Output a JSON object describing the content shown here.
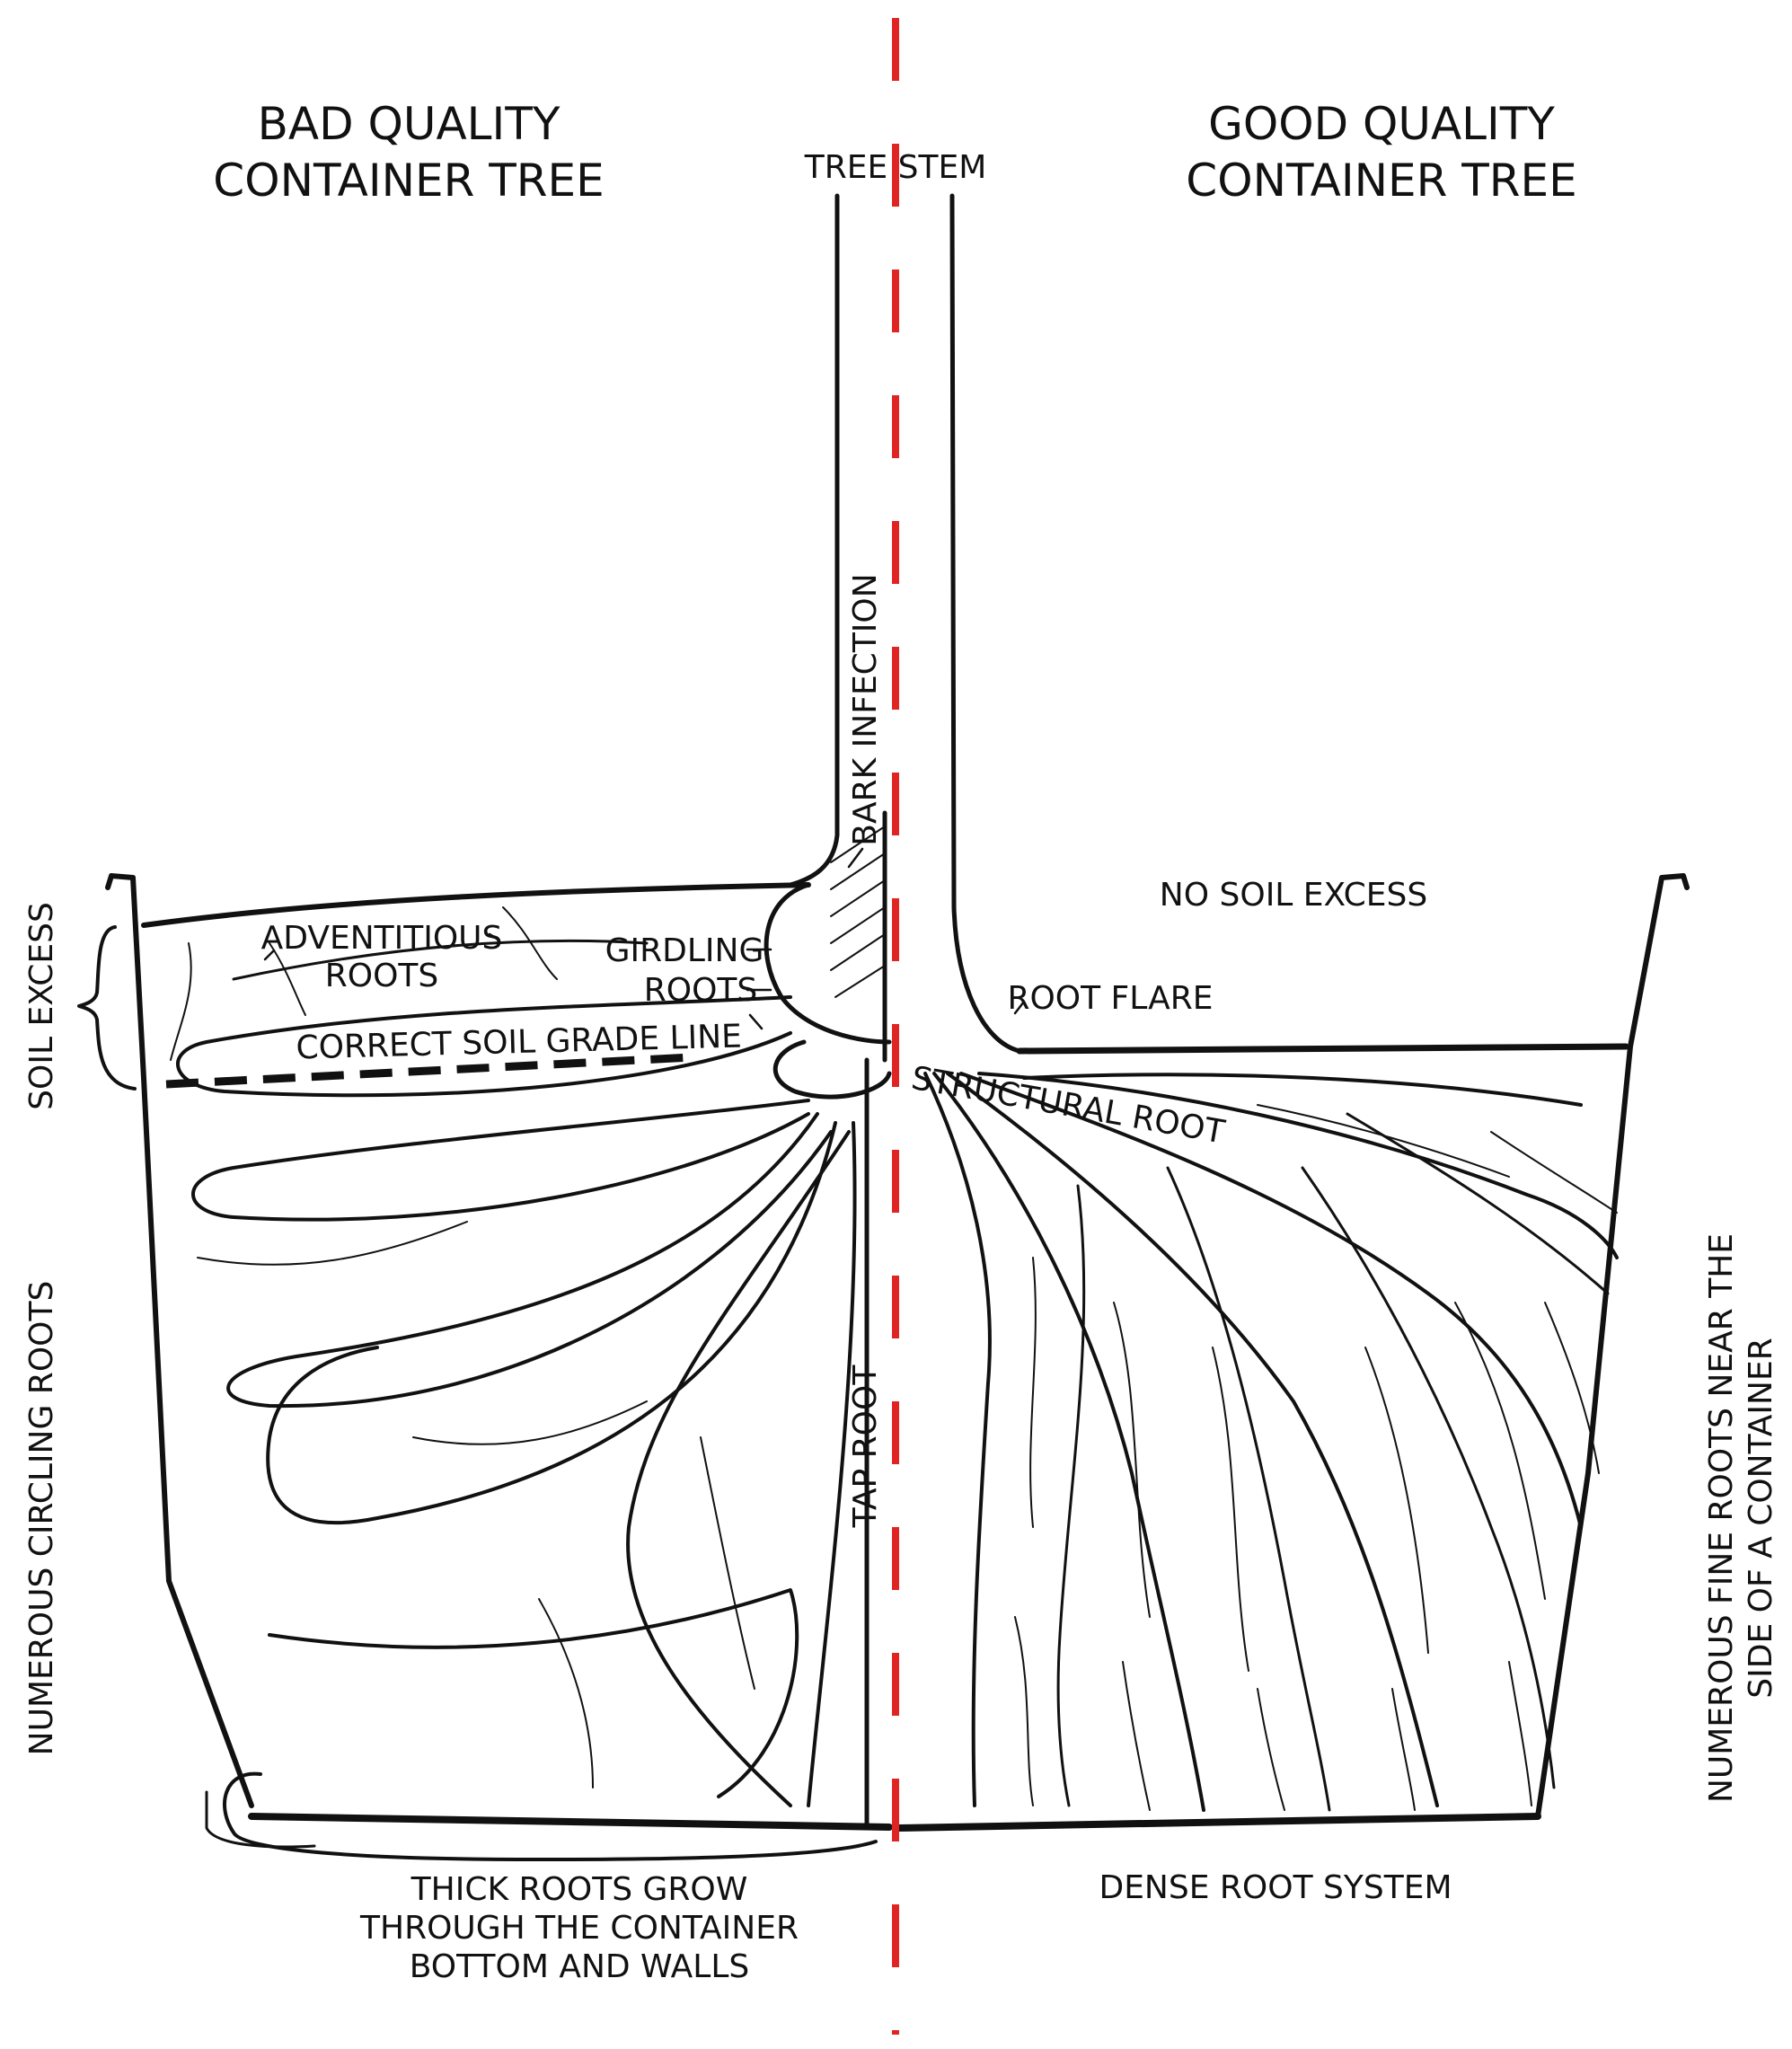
{
  "titles": {
    "bad_line1": "BAD QUALITY",
    "bad_line2": "CONTAINER TREE",
    "good_line1": "GOOD QUALITY",
    "good_line2": "CONTAINER TREE"
  },
  "labels": {
    "tree_stem": "TREE STEM",
    "bark_infection": "BARK INFECTION",
    "soil_excess": "SOIL EXCESS",
    "adventitious_line1": "ADVENTITIOUS",
    "adventitious_line2": "ROOTS",
    "girdling_line1": "GIRDLING",
    "girdling_line2": "ROOTS",
    "correct_soil_grade": "CORRECT SOIL GRADE LINE",
    "no_soil_excess": "NO SOIL EXCESS",
    "root_flare": "ROOT FLARE",
    "structural_root": "STRUCTURAL ROOT",
    "tap_root": "TAP ROOT",
    "circling_roots": "NUMEROUS CIRCLING ROOTS",
    "fine_roots_line1": "NUMEROUS FINE ROOTS NEAR THE",
    "fine_roots_line2": "SIDE OF A CONTAINER",
    "thick_roots_line1": "THICK ROOTS GROW",
    "thick_roots_line2": "THROUGH THE CONTAINER",
    "thick_roots_line3": "BOTTOM AND WALLS",
    "dense_root_system": "DENSE ROOT SYSTEM"
  },
  "colors": {
    "ink": "#111111",
    "divider": "#e02424",
    "background": "#ffffff"
  }
}
